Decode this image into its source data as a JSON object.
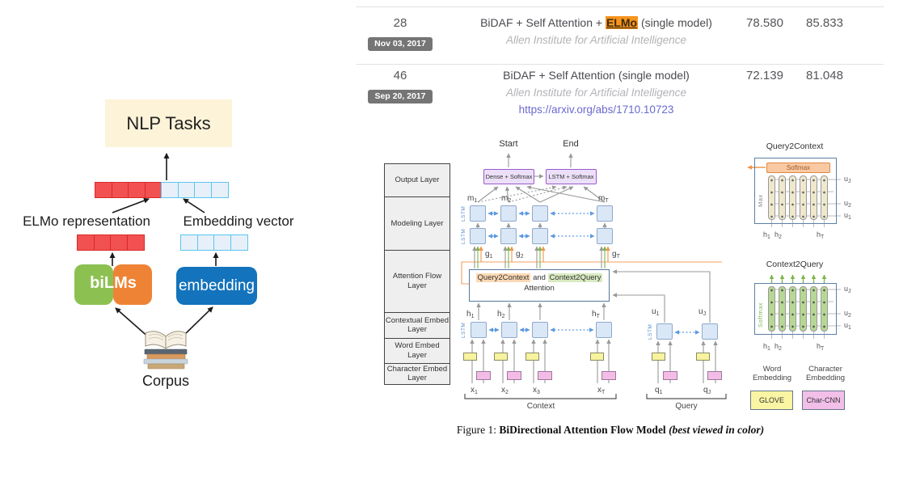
{
  "left": {
    "nlp_tasks": "NLP Tasks",
    "elmo_label": "ELMo representation",
    "embed_label": "Embedding vector",
    "bilms": "biLMs",
    "embedding": "embedding",
    "corpus": "Corpus"
  },
  "board": {
    "rows": [
      {
        "rank": "28",
        "date": "Nov 03, 2017",
        "m1": "BiDAF + Self Attention + ",
        "hl": "ELMo",
        "m2": " (single model)",
        "org": "Allen Institute for Artificial Intelligence",
        "em": "78.580",
        "f1": "85.833"
      },
      {
        "rank": "46",
        "date": "Sep 20, 2017",
        "m1": "BiDAF + Self Attention (single model)",
        "org": "Allen Institute for Artificial Intelligence",
        "link": "https://arxiv.org/abs/1710.10723",
        "em": "72.139",
        "f1": "81.048"
      }
    ]
  },
  "bidaf": {
    "layers": [
      "Output Layer",
      "Modeling Layer",
      "Attention Flow Layer",
      "Contextual Embed Layer",
      "Word Embed Layer",
      "Character Embed Layer"
    ],
    "start": "Start",
    "end": "End",
    "out1": "Dense + Softmax",
    "out2": "LSTM + Softmax",
    "lstm": "LSTM",
    "m": [
      {
        "b": "m",
        "s": "1"
      },
      {
        "b": "m",
        "s": "2"
      },
      {
        "b": "m",
        "s": "T"
      }
    ],
    "g": [
      {
        "b": "g",
        "s": "1"
      },
      {
        "b": "g",
        "s": "2"
      },
      {
        "b": "g",
        "s": "T"
      }
    ],
    "h": [
      {
        "b": "h",
        "s": "1"
      },
      {
        "b": "h",
        "s": "2"
      },
      {
        "b": "h",
        "s": "T"
      }
    ],
    "x": [
      {
        "b": "x",
        "s": "1"
      },
      {
        "b": "x",
        "s": "2"
      },
      {
        "b": "x",
        "s": "3"
      },
      {
        "b": "x",
        "s": "T"
      }
    ],
    "u": [
      {
        "b": "u",
        "s": "1"
      },
      {
        "b": "u",
        "s": "J"
      }
    ],
    "q": [
      {
        "b": "q",
        "s": "1"
      },
      {
        "b": "q",
        "s": "J"
      }
    ],
    "attn_q2c": "Query2Context",
    "attn_and": "and",
    "attn_c2q": "Context2Query",
    "attn": "Attention",
    "context": "Context",
    "query": "Query"
  },
  "q2c": {
    "title": "Query2Context",
    "softmax": "Softmax",
    "max": "Max",
    "u": [
      {
        "b": "u",
        "s": "J"
      },
      {
        "b": "u",
        "s": "2"
      },
      {
        "b": "u",
        "s": "1"
      }
    ],
    "h": [
      {
        "b": "h",
        "s": "1"
      },
      {
        "b": "h",
        "s": "2"
      },
      {
        "b": "h",
        "s": "T"
      }
    ]
  },
  "c2q": {
    "title": "Context2Query",
    "softmax": "Softmax",
    "u": [
      {
        "b": "u",
        "s": "J"
      },
      {
        "b": "u",
        "s": "2"
      },
      {
        "b": "u",
        "s": "1"
      }
    ],
    "h": [
      {
        "b": "h",
        "s": "1"
      },
      {
        "b": "h",
        "s": "2"
      },
      {
        "b": "h",
        "s": "T"
      }
    ]
  },
  "legend": {
    "word": "Word Embedding",
    "char": "Character Embedding",
    "glove": "GLOVE",
    "charcnn": "Char-CNN"
  },
  "caption": {
    "p": "Figure 1:",
    "t": "BiDirectional Attention Flow Model",
    "s": "(best viewed in color)"
  },
  "colors": {
    "elmo_highlight": "#f7941e",
    "badge_gray": "#757575",
    "link_purple": "#6a6ad0",
    "red_cell": "#f25151",
    "red_border": "#da2828",
    "blue_cell": "#e7f0f8",
    "blue_border": "#58c6f1",
    "nlp_box": "#fdf3d8",
    "bilms_green": "#8cc152",
    "bilms_orange": "#ef8335",
    "embedding_blue": "#1373bc",
    "output_purple": "#ece0f8",
    "output_purple_border": "#9b59d0",
    "lstm_square": "#d9e7f7",
    "word_yellow": "#f7f39e",
    "char_pink": "#f3bce6",
    "q2c_highlight": "#fbd9b5",
    "c2q_highlight": "#d9eac1",
    "softmax_orange": "#f8c9a3",
    "q2c_column": "#efe8cd",
    "c2q_column": "#b7d795",
    "glove_yellow": "#f9f5a3",
    "charcnn_pink": "#f2bfe9"
  }
}
